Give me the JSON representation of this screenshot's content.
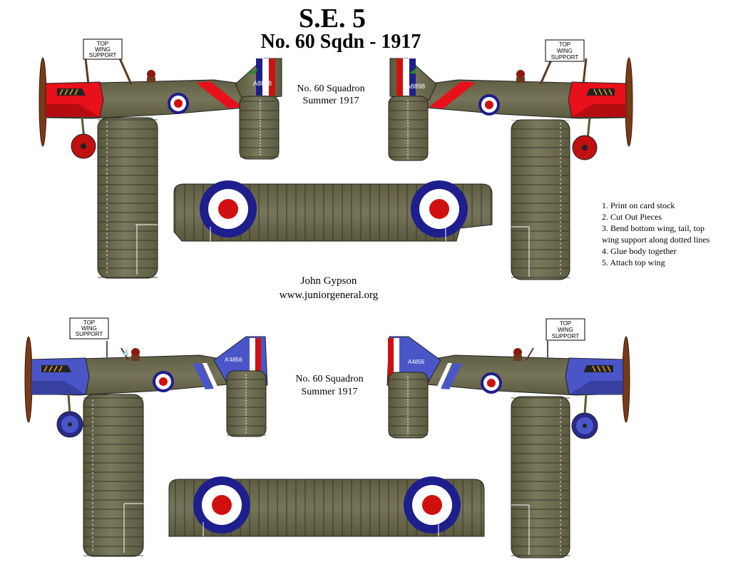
{
  "header": {
    "title": "S.E. 5",
    "subtitle": "No. 60 Sqdn - 1917"
  },
  "labels": {
    "top_wing_support": [
      "TOP",
      "WING",
      "SUPPORT"
    ],
    "squadron": "No. 60 Squadron",
    "season": "Summer 1917",
    "serial_top": "A8898",
    "serial_bottom": "A4856",
    "serial_bottom_mirror": "A'4856"
  },
  "credits": {
    "author": "John Gypson",
    "website": "www.juniorgeneral.org"
  },
  "instructions": [
    "1. Print on card stock",
    "2. Cut Out Pieces",
    "3. Bend bottom wing, tail, top",
    "wing support along dotted lines",
    "4. Glue body together",
    "5.  Attach top wing"
  ],
  "colors": {
    "olive": "#6b6a4a",
    "red": "#e8101a",
    "blue": "#4a56c8",
    "roundel_blue": "#1e1e8c",
    "roundel_red": "#d01010",
    "prop": "#7a3a18"
  }
}
